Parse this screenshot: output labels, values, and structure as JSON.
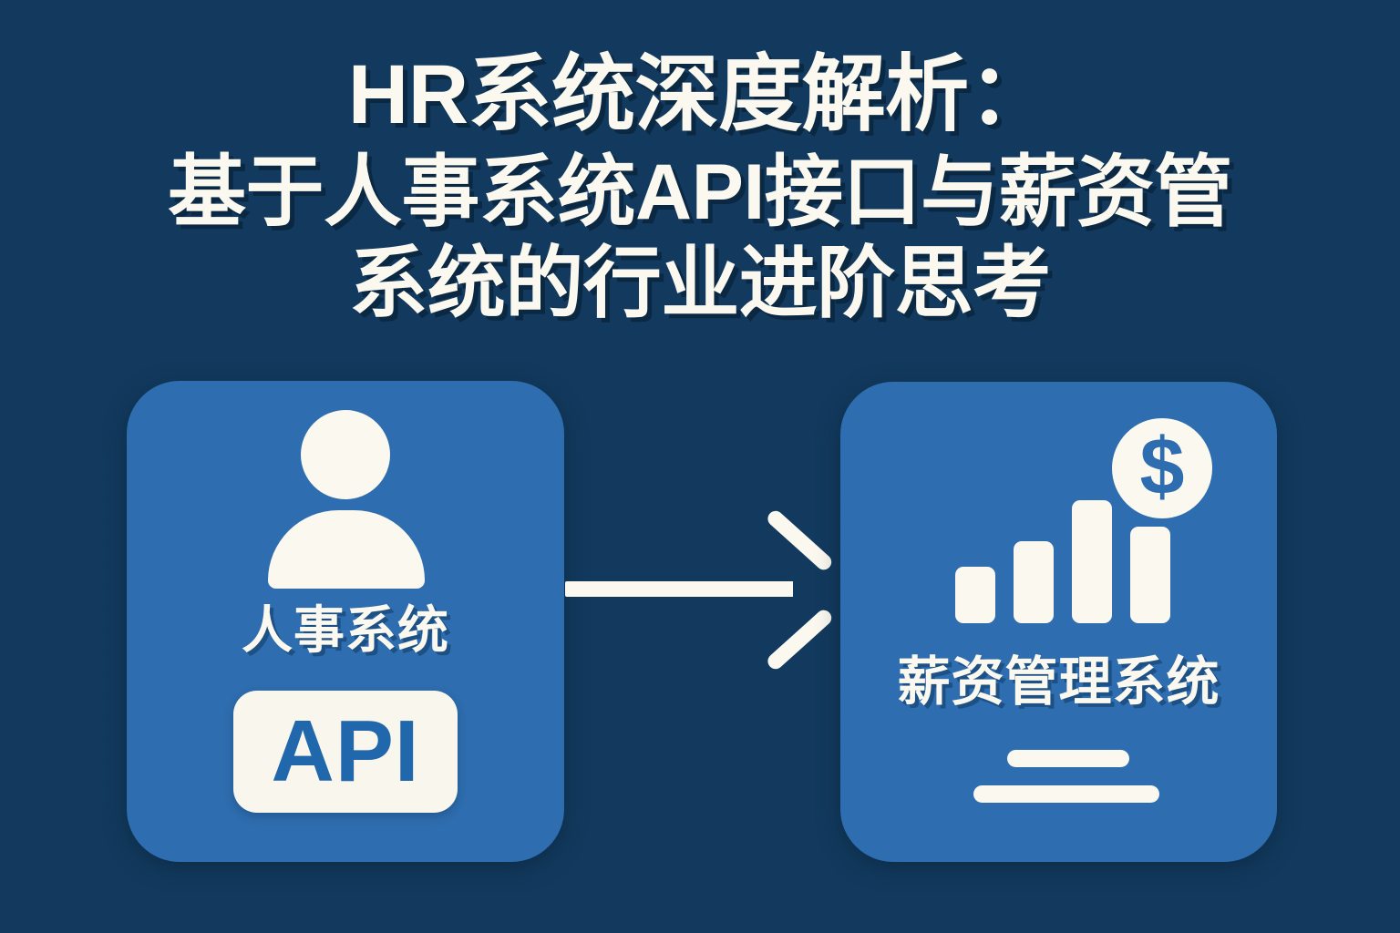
{
  "theme": {
    "background_color": "#123a5e",
    "card_color": "#2e6daf",
    "text_color": "#faf8ef",
    "accent_color": "#2167ab",
    "badge_bg_color": "#f8f6ed"
  },
  "title": {
    "line1": "HR系统深度解析：",
    "line2": "基于人事系统API接口与薪资管",
    "line3": "系统的行业进阶思考"
  },
  "diagram": {
    "source_card": {
      "label": "人事系统",
      "badge_text": "API",
      "icon": "person-icon"
    },
    "connector": {
      "icon": "arrow-right-icon",
      "direction": "left-to-right"
    },
    "target_card": {
      "label": "薪资管理系统",
      "icon": "bar-chart-icon",
      "coin_symbol": "$",
      "bar_heights": [
        62,
        90,
        135,
        106
      ],
      "detail_lines": 2
    }
  }
}
